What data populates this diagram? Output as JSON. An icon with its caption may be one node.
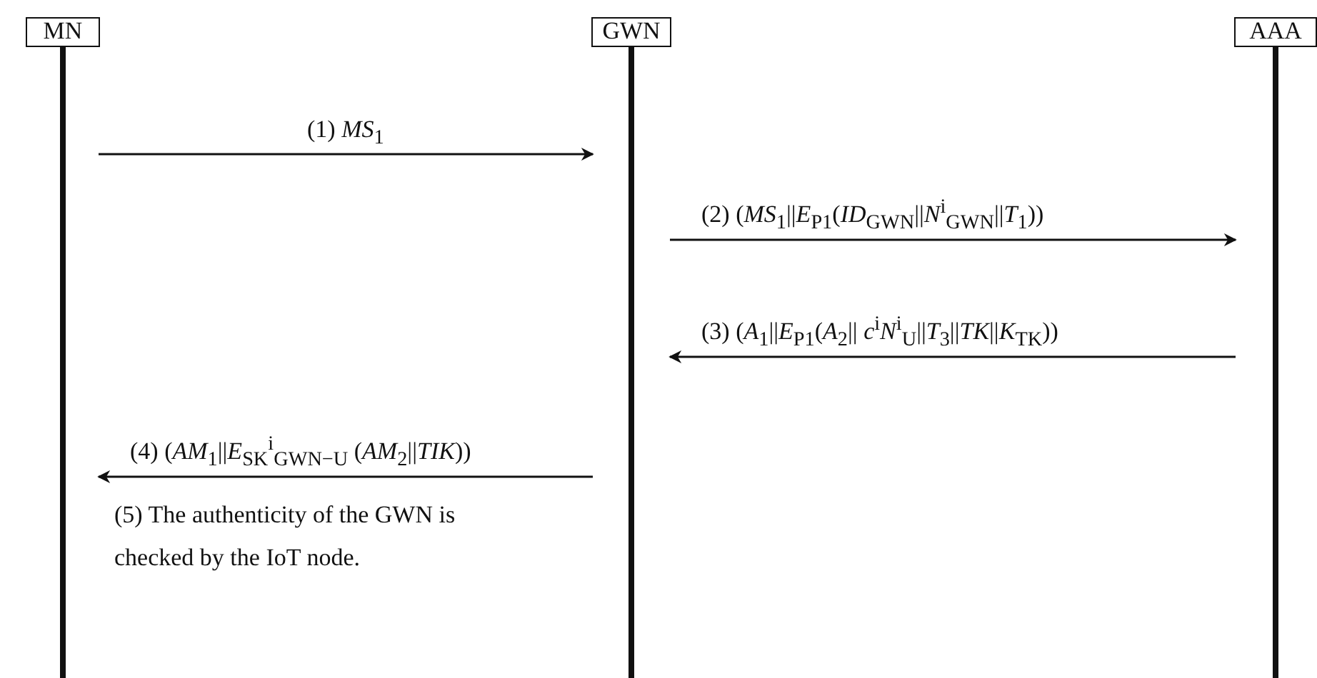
{
  "diagram": {
    "nodes": [
      {
        "text": [
          "MN"
        ]
      },
      {
        "text": [
          "GWN"
        ]
      },
      {
        "text": [
          "AAA"
        ]
      }
    ],
    "edges": [
      {
        "from": 0,
        "to": 1,
        "arrow": "to",
        "label": "(1) *MS*$_{1}$"
      },
      {
        "from": 1,
        "to": 2,
        "arrow": "to",
        "label": "(2) (*MS*$_{1}$||*E*$_{P1}$(*ID*$_{GWN}$||*N*$^{i}$$_{GWN}$||*T*$_{1}$))"
      },
      {
        "from": 2,
        "to": 1,
        "arrow": "to",
        "label": "(3) (*A*$_{1}$||*E*$_{P1}$(*A*$_{2}$|| *c*$^{i}$*N*$^{i}$$_{U}$||*T*$_{3}$||*TK*||*K*$_{TK}$))"
      },
      {
        "from": 1,
        "to": 0,
        "arrow": "to",
        "label": "(4) (*AM*$_{1}$||*E*$_{SK}$$^{i}$$_{GWN−U}$ (*AM*$_{2}$||*TIK*))"
      }
    ],
    "labels": [
      "(5) The authenticity of the GWN is checked by the IoT node."
    ]
  }
}
